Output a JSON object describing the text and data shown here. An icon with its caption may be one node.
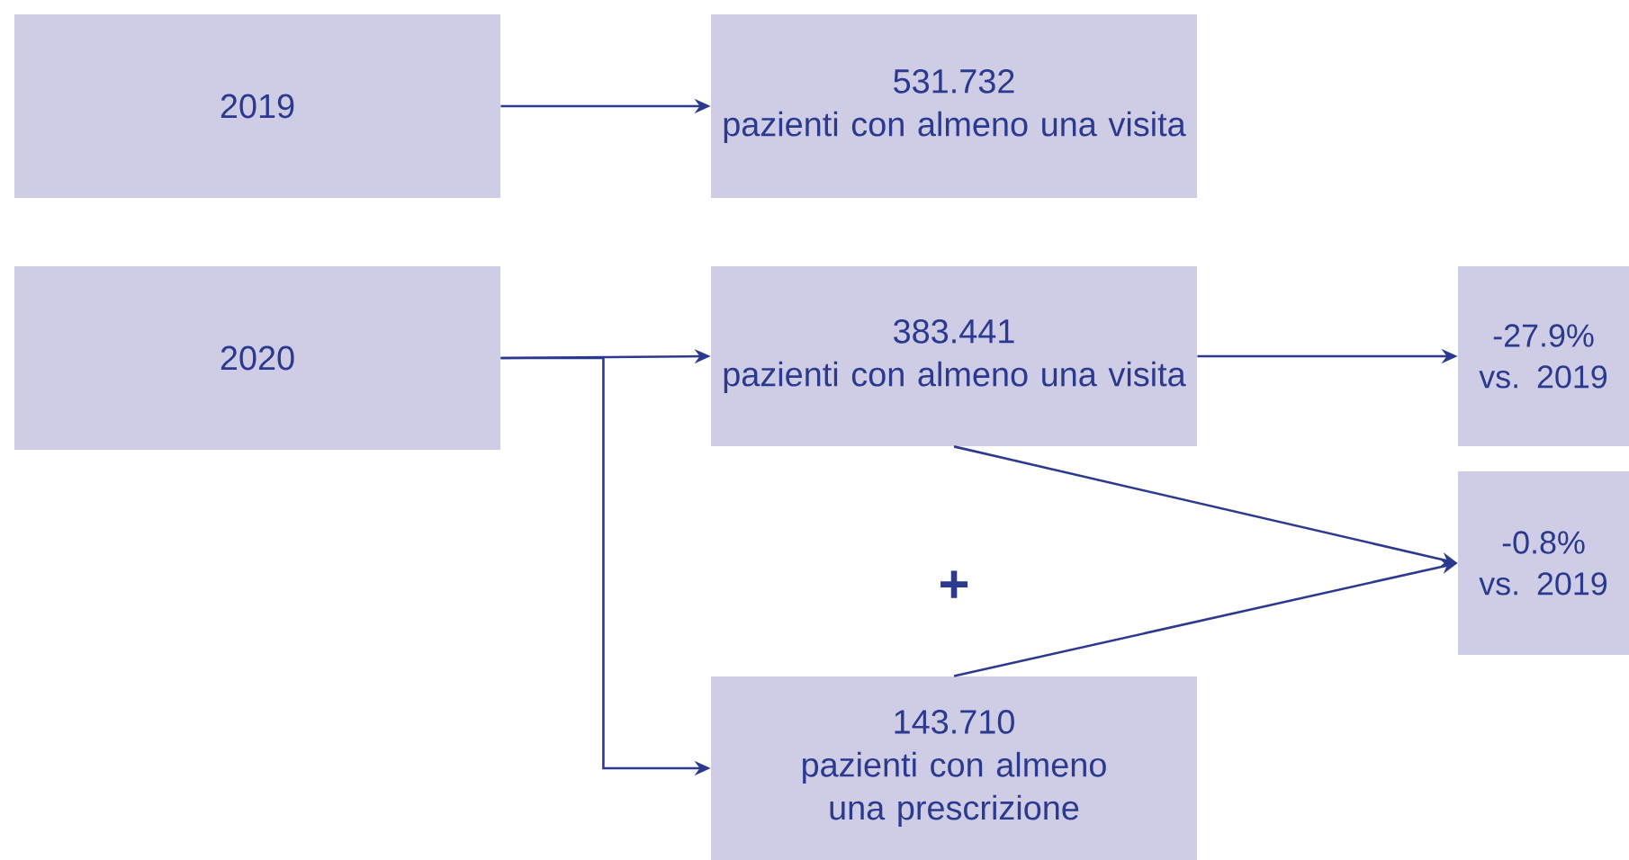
{
  "diagram": {
    "nodes": [
      {
        "text": [
          "2019"
        ]
      },
      {
        "text": [
          "531.732",
          "pazienti con almeno una visita"
        ]
      },
      {
        "text": [
          "2020"
        ]
      },
      {
        "text": [
          "383.441",
          "pazienti con almeno una visita"
        ]
      },
      {
        "text": [
          "-27.9% vs. 2019"
        ]
      },
      {
        "text": [
          "-0.8% vs. 2019"
        ]
      },
      {
        "text": [
          "143.710",
          "pazienti con almeno una prescrizione"
        ]
      }
    ],
    "edges": [
      {
        "from": 0,
        "to": 1,
        "arrow": "to"
      },
      {
        "from": 2,
        "to": 3,
        "arrow": "to"
      },
      {
        "from": 2,
        "to": 6,
        "arrow": "to"
      },
      {
        "from": 3,
        "to": 4,
        "arrow": "to"
      },
      {
        "from": 3,
        "to": 5,
        "arrow": "to"
      },
      {
        "from": 6,
        "to": 5,
        "arrow": "to"
      }
    ],
    "labels": [
      "+"
    ]
  }
}
